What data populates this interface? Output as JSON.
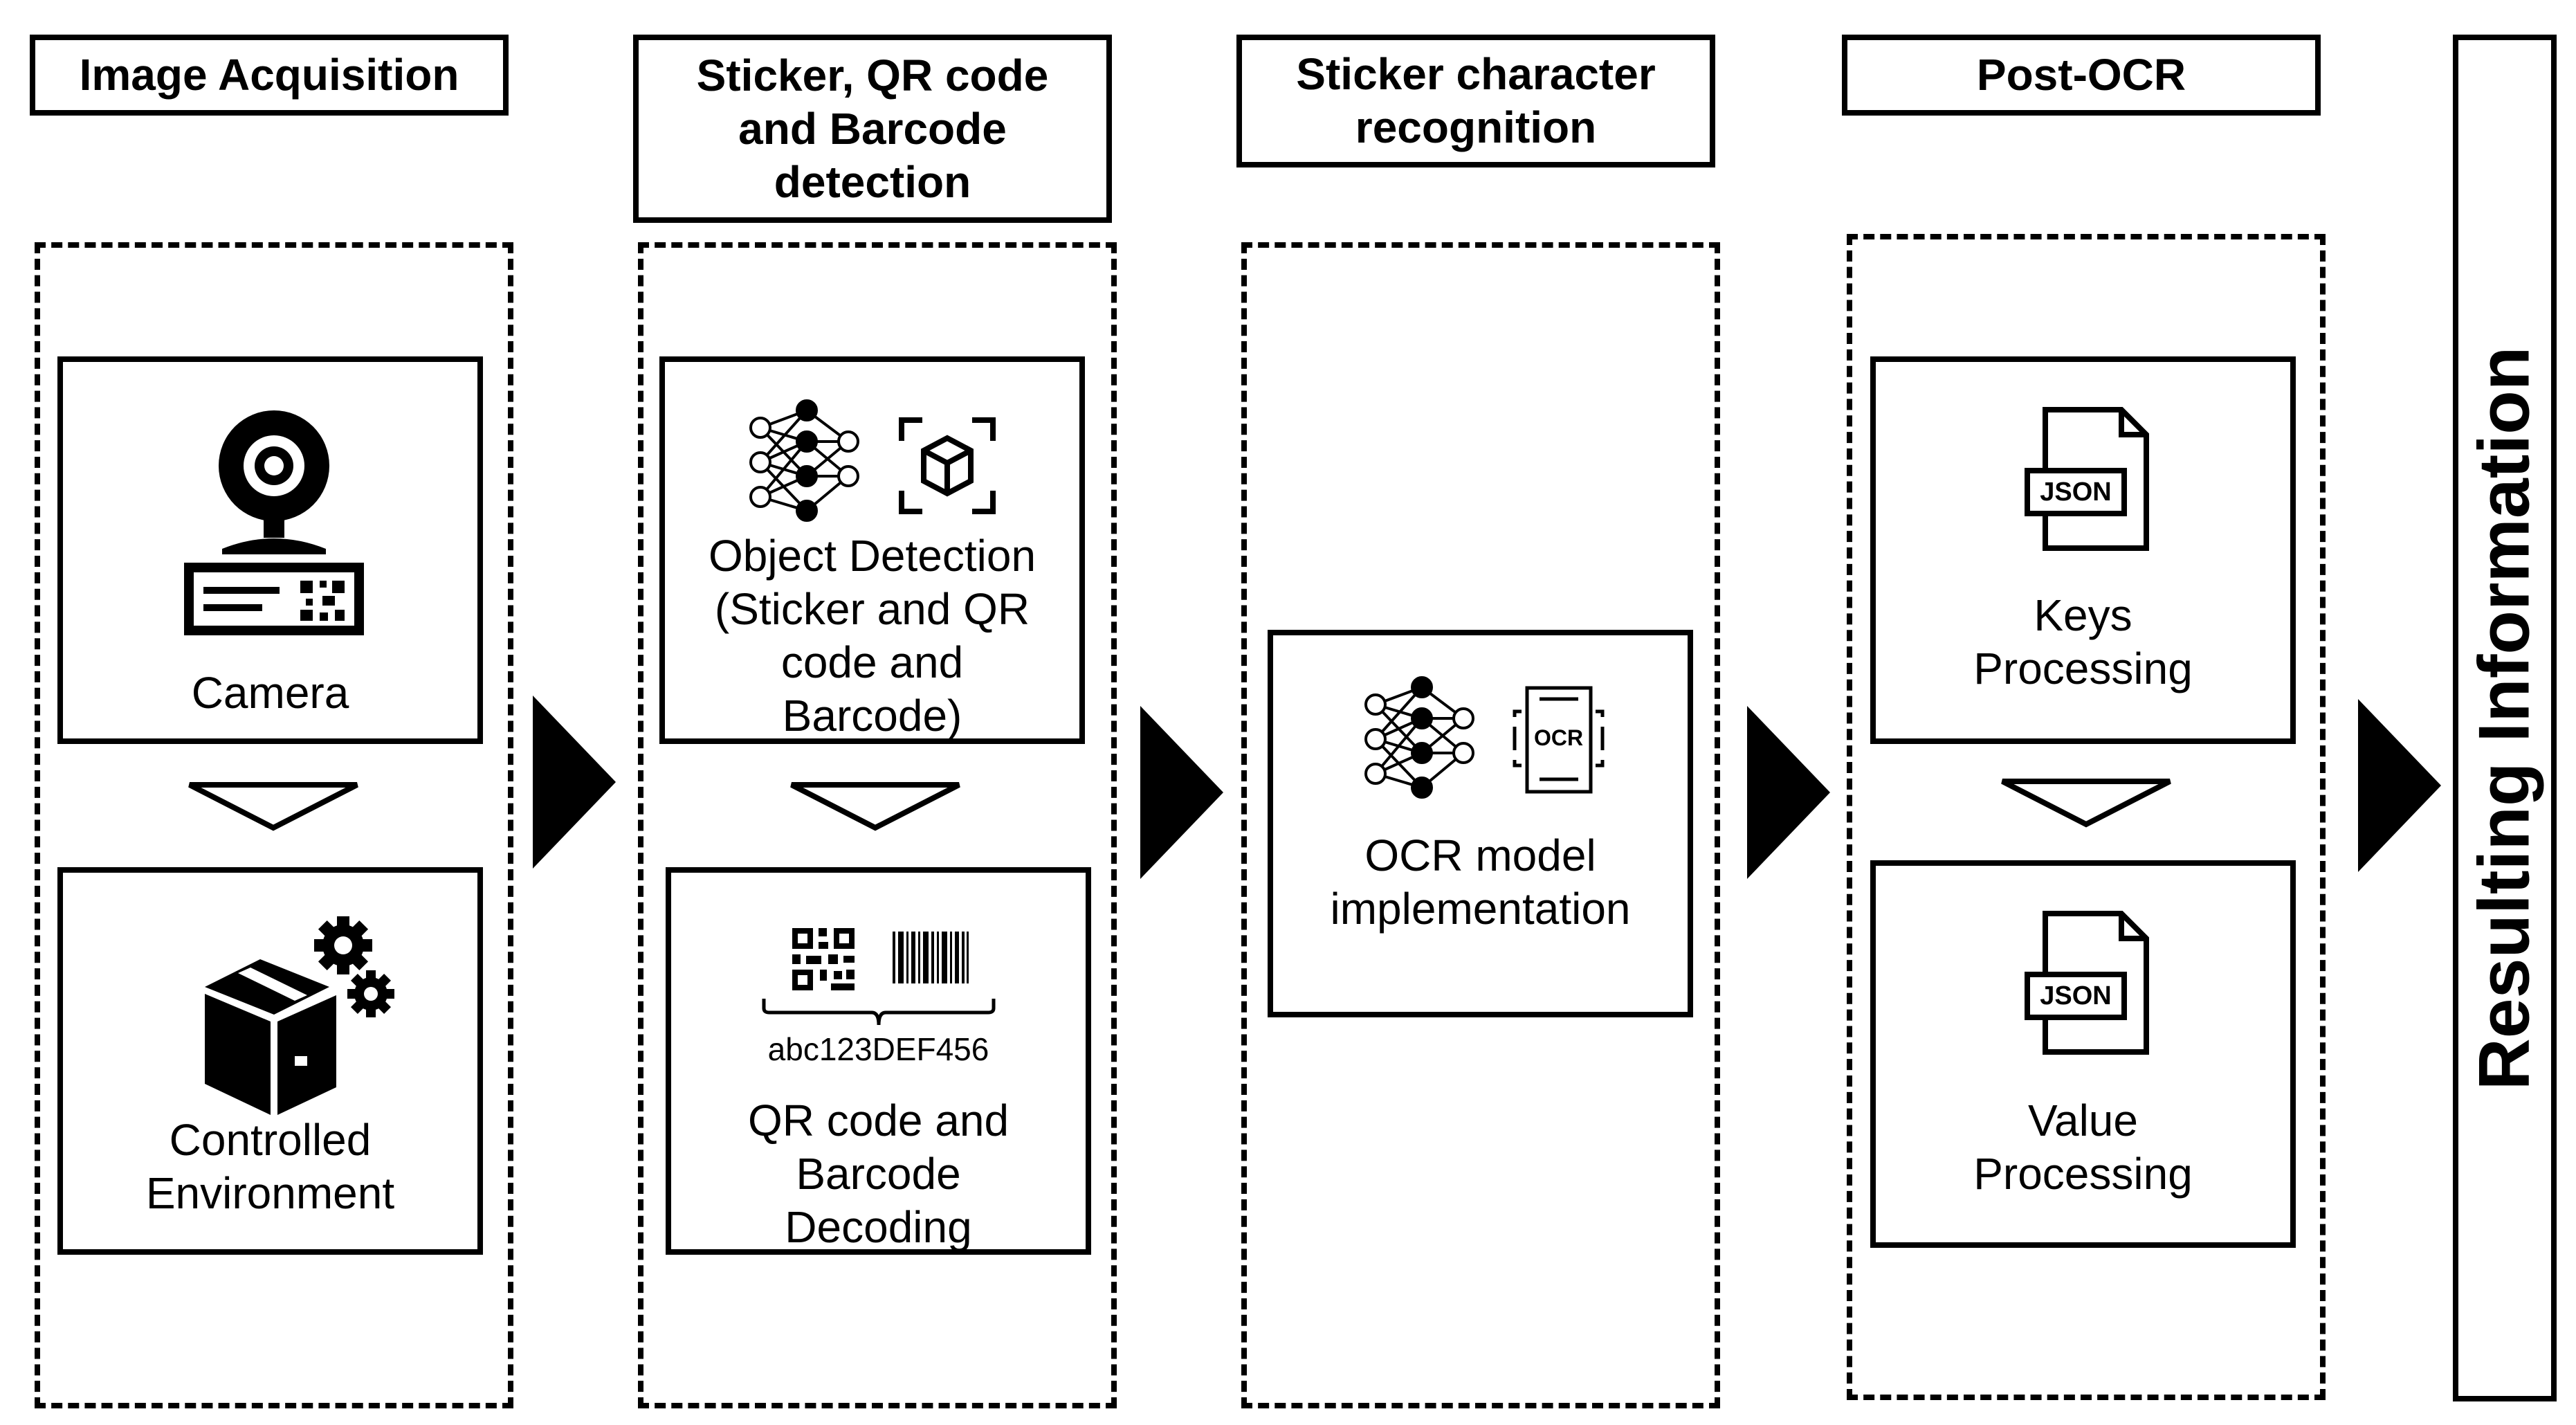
{
  "stages": [
    {
      "title": "Image Acquisition"
    },
    {
      "title": "Sticker, QR code and Barcode detection"
    },
    {
      "title": "Sticker character recognition"
    },
    {
      "title": "Post-OCR"
    }
  ],
  "blocks": {
    "camera": "Camera",
    "controlled_environment": "Controlled Environment",
    "object_detection": "Object Detection (Sticker and QR code and Barcode)",
    "decoding": "QR code and Barcode Decoding",
    "decoded_text": "abc123DEF456",
    "ocr_model": "OCR model implementation",
    "keys_processing": "Keys Processing",
    "value_processing": "Value Processing"
  },
  "icons": {
    "ocr_label": "OCR",
    "json_label": "JSON"
  },
  "result": "Resulting Information"
}
